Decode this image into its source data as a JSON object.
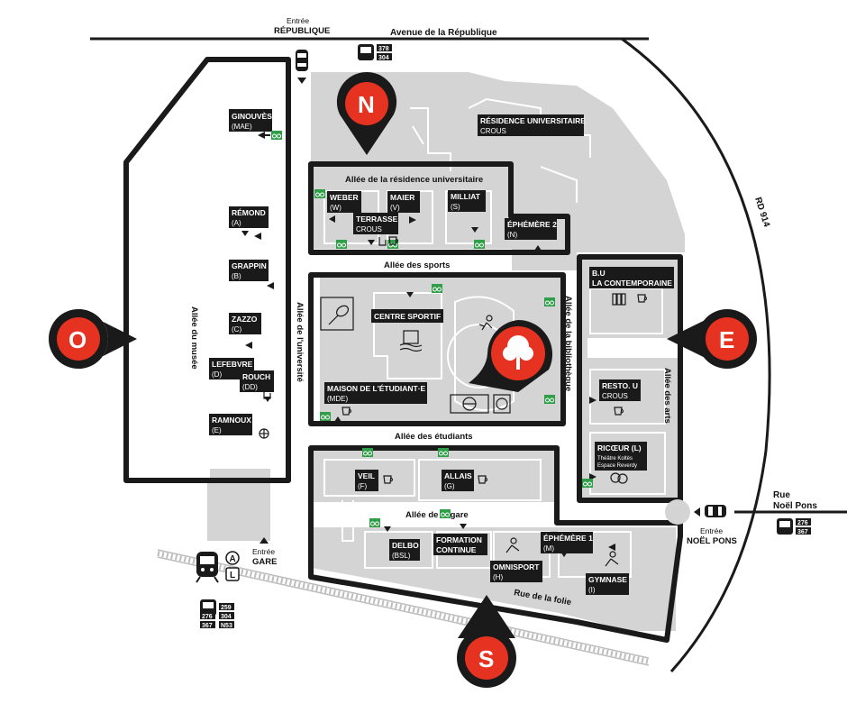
{
  "roads": {
    "avenue": "Avenue de la République",
    "rd": "RD 914",
    "rue_folie": "Rue de la folie",
    "rue_noel": [
      "Rue",
      "Noël Pons"
    ]
  },
  "streets": {
    "residence": "Allée de la résidence universitaire",
    "sports": "Allée des sports",
    "etudiants": "Allée des étudiants",
    "gare": "Allée de la gare",
    "musee": "Allée du musée",
    "universite": "Allée de l'université",
    "bibliotheque": "Allée de la bibliothèque",
    "arts": "Allée des arts"
  },
  "entrances": {
    "republique": [
      "Entrée",
      "RÉPUBLIQUE"
    ],
    "gare": [
      "Entrée",
      "GARE"
    ],
    "noel": [
      "Entrée",
      "NOËL PONS"
    ]
  },
  "pins": {
    "north": "N",
    "west": "O",
    "east": "E",
    "south": "S"
  },
  "buildings": {
    "ginouves": [
      "GINOUVÈS",
      "(MAE)"
    ],
    "remond": [
      "RÉMOND",
      "(A)"
    ],
    "grappin": [
      "GRAPPIN",
      "(B)"
    ],
    "zazzo": [
      "ZAZZO",
      "(C)"
    ],
    "lefebvre": [
      "LEFEBVRE",
      "(D)"
    ],
    "rouch": [
      "ROUCH",
      "(DD)"
    ],
    "ramnoux": [
      "RAMNOUX",
      "(E)"
    ],
    "residence": [
      "RÉSIDENCE UNIVERSITAIRE",
      "CROUS"
    ],
    "weber": [
      "WEBER",
      "(W)"
    ],
    "maier": [
      "MAIER",
      "(V)"
    ],
    "milliat": [
      "MILLIAT",
      "(S)"
    ],
    "terrasse": [
      "TERRASSE",
      "CROUS"
    ],
    "ephemere2": [
      "ÉPHÉMÈRE 2",
      "(N)"
    ],
    "centre_sportif": [
      "CENTRE SPORTIF"
    ],
    "mde": [
      "MAISON DE L'ÉTUDIANT·E",
      "(MDE)"
    ],
    "bu": [
      "B.U",
      "LA CONTEMPORAINE"
    ],
    "resto": [
      "RESTO. U",
      "CROUS"
    ],
    "ricoeur": [
      "RICŒUR (L)",
      "Théâtre Koltès",
      "Espace Reverdy"
    ],
    "veil": [
      "VEIL",
      "(F)"
    ],
    "allais": [
      "ALLAIS",
      "(G)"
    ],
    "delbo": [
      "DELBO",
      "(BSL)"
    ],
    "formation": [
      "FORMATION",
      "CONTINUE"
    ],
    "omnisport": [
      "OMNISPORT",
      "(H)"
    ],
    "ephemere1": [
      "ÉPHÉMÈRE 1",
      "(M)"
    ],
    "gymnase": [
      "GYMNASE",
      "(I)"
    ]
  },
  "bus": {
    "republique": [
      "378",
      "304"
    ],
    "noel": [
      "276",
      "367"
    ],
    "gare": [
      "259",
      "276",
      "304",
      "367",
      "N53"
    ]
  },
  "train": {
    "lines": [
      "A",
      "L"
    ]
  },
  "colors": {
    "accent": "#e63221",
    "dark": "#1a1a1a",
    "grey": "#d4d4d4",
    "bike": "#2e9e47"
  }
}
